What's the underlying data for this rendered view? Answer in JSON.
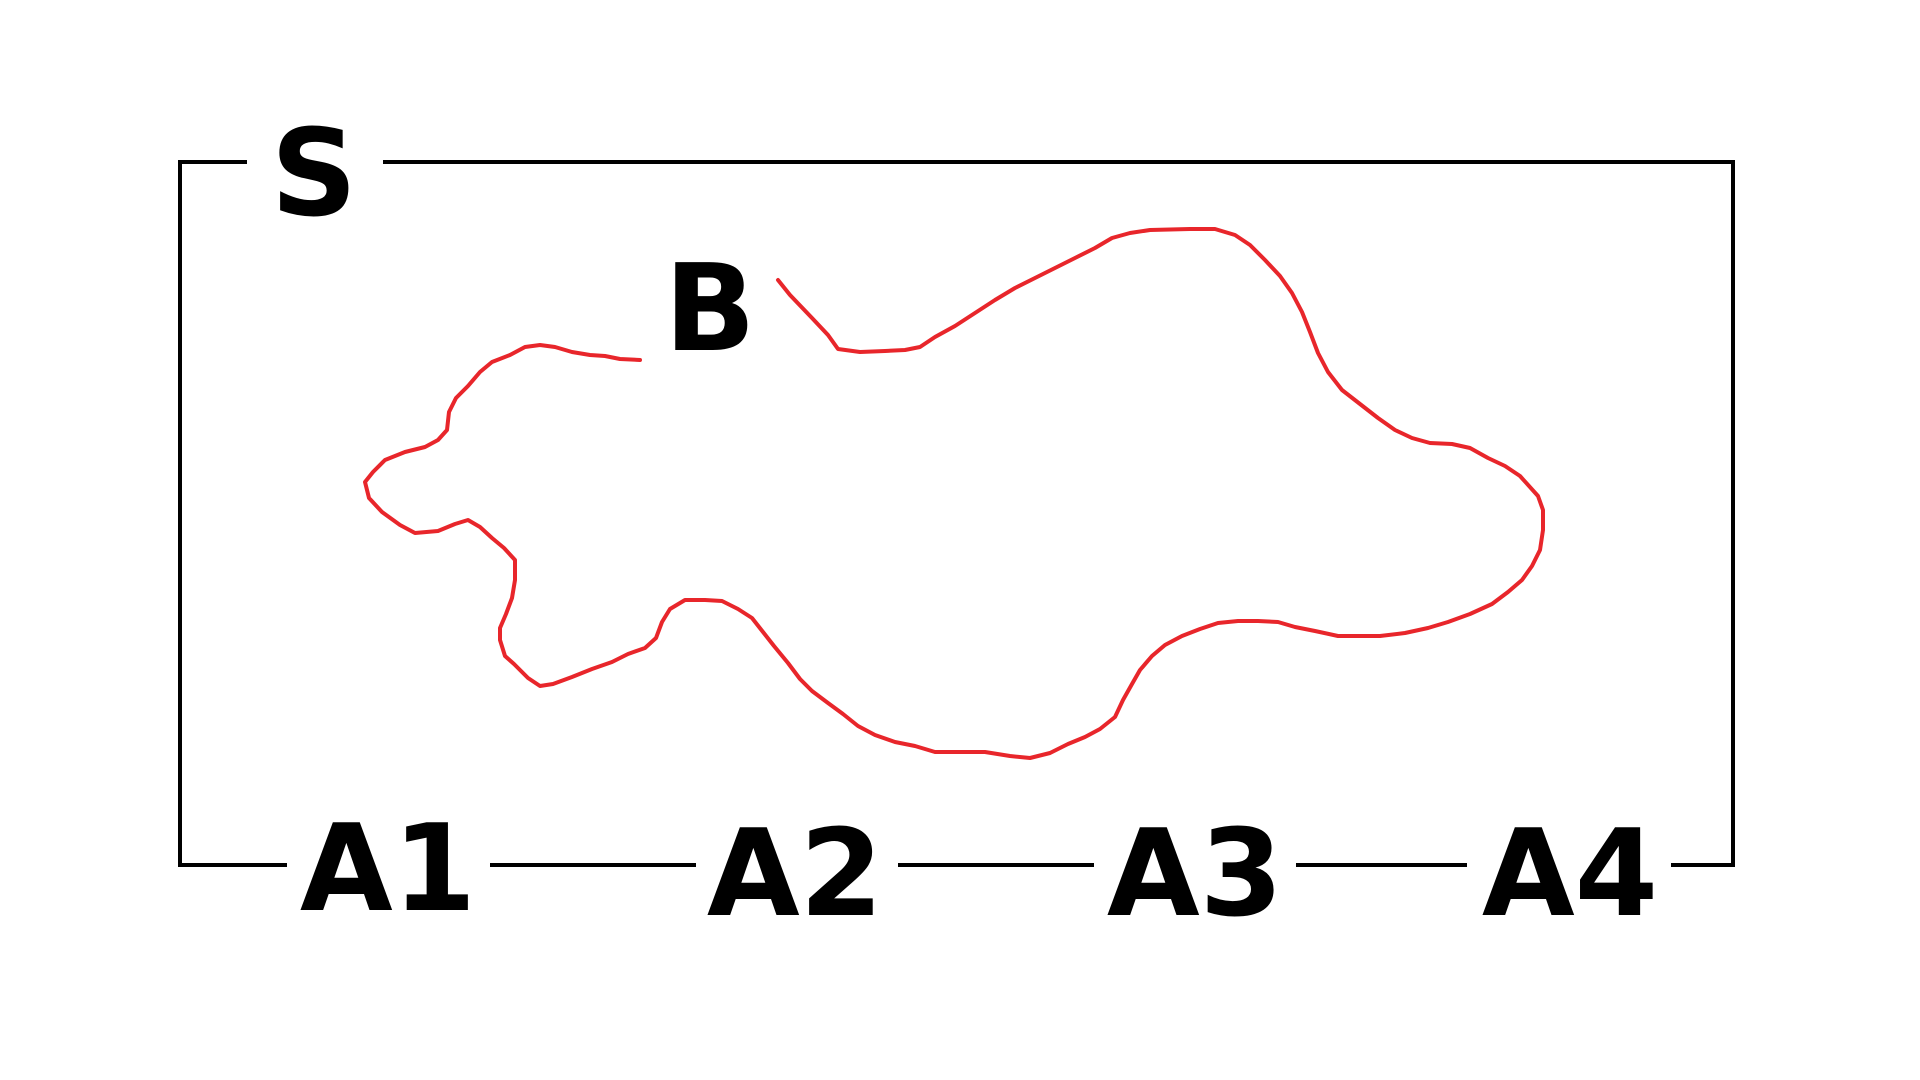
{
  "labels": {
    "set": "S",
    "region": "B",
    "parts": [
      "A1",
      "A2",
      "A3",
      "A4"
    ]
  },
  "colors": {
    "frame": "#000000",
    "region_outline": "#e8262b",
    "text": "#000000",
    "background": "#ffffff"
  }
}
